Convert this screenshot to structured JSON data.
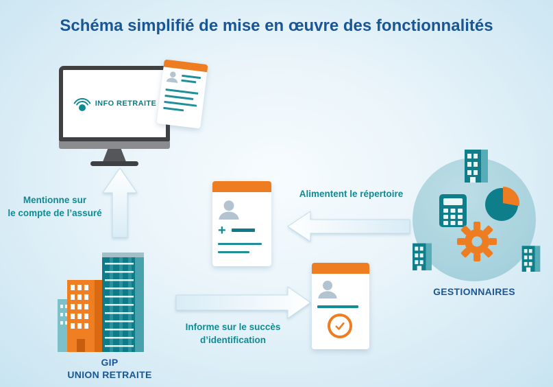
{
  "title": "Schéma simplifié de mise en œuvre des fonctionnalités",
  "monitor": {
    "logo": "INFO RETRAITE"
  },
  "flows": {
    "mentionne": {
      "line1": "Mentionne sur",
      "line2": "le compte de l’assuré"
    },
    "alimentent": {
      "label": "Alimentent le répertoire"
    },
    "informe": {
      "line1": "Informe sur le succès",
      "line2": "d’identification"
    }
  },
  "entities": {
    "gestionnaires": {
      "label": "GESTIONNAIRES"
    },
    "gip": {
      "line1": "GIP",
      "line2": "UNION RETRAITE"
    }
  },
  "icons": {
    "plus": "+",
    "check": "check-mark"
  },
  "colors": {
    "title_blue": "#1a5694",
    "teal": "#0f8a93",
    "dark_teal": "#0e7b88",
    "orange": "#ee7d22",
    "circle_bg": "#a7d2dd",
    "background_blue": "#cfe8f3"
  }
}
